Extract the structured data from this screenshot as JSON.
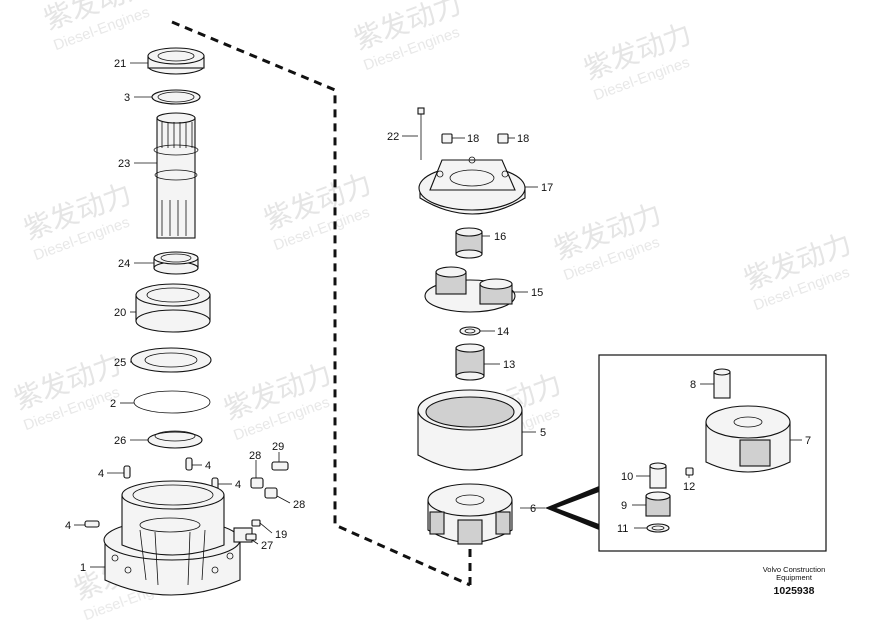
{
  "watermark": {
    "brand": "紫发动力",
    "subtitle": "Diesel-Engines"
  },
  "callouts": {
    "c21": "21",
    "c3": "3",
    "c23": "23",
    "c24": "24",
    "c20": "20",
    "c25": "25",
    "c2": "2",
    "c26": "26",
    "c4a": "4",
    "c4b": "4",
    "c4c": "4",
    "c4d": "4",
    "c28a": "28",
    "c29": "29",
    "c28b": "28",
    "c19": "19",
    "c27": "27",
    "c1": "1",
    "c22": "22",
    "c18a": "18",
    "c18b": "18",
    "c17": "17",
    "c16": "16",
    "c15": "15",
    "c14": "14",
    "c13": "13",
    "c5": "5",
    "c6": "6",
    "c8": "8",
    "c7": "7",
    "c10": "10",
    "c12": "12",
    "c9": "9",
    "c11": "11"
  },
  "footer": {
    "line1": "Volvo Construction",
    "line2": "Equipment",
    "drawing_number": "1025938"
  }
}
